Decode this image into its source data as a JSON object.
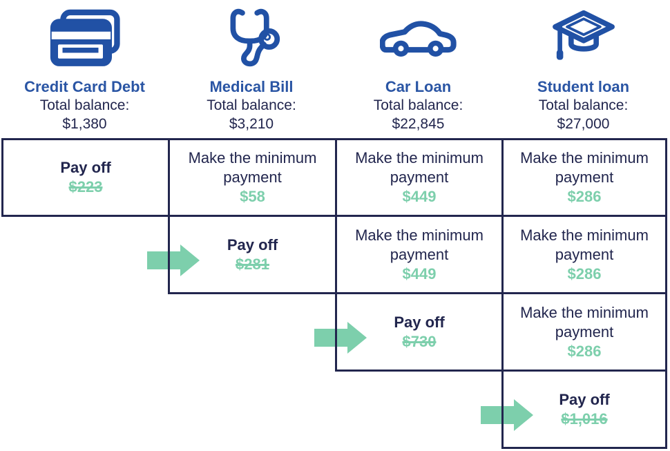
{
  "colors": {
    "navy": "#22264E",
    "header_blue": "#2A55A4",
    "icon_blue": "#2151A5",
    "teal": "#7DCFAC"
  },
  "debts": [
    {
      "icon": "credit-card-icon",
      "title": "Credit Card Debt",
      "balance_label": "Total balance:",
      "balance": "$1,380"
    },
    {
      "icon": "stethoscope-icon",
      "title": "Medical Bill",
      "balance_label": "Total balance:",
      "balance": "$3,210"
    },
    {
      "icon": "car-icon",
      "title": "Car Loan",
      "balance_label": "Total balance:",
      "balance": "$22,845"
    },
    {
      "icon": "graduation-cap-icon",
      "title": "Student loan",
      "balance_label": "Total balance:",
      "balance": "$27,000"
    }
  ],
  "plan_rows": [
    {
      "has_arrow": false,
      "cells": [
        {
          "action": "Pay off",
          "amount": "$223",
          "style": "payoff"
        },
        {
          "action": "Make the minimum payment",
          "amount": "$58",
          "style": "minimum"
        },
        {
          "action": "Make the minimum payment",
          "amount": "$449",
          "style": "minimum"
        },
        {
          "action": "Make the minimum payment",
          "amount": "$286",
          "style": "minimum"
        }
      ]
    },
    {
      "has_arrow": true,
      "cells": [
        {
          "action": "Pay off",
          "amount": "$281",
          "style": "payoff"
        },
        {
          "action": "Make the minimum payment",
          "amount": "$449",
          "style": "minimum"
        },
        {
          "action": "Make the minimum payment",
          "amount": "$286",
          "style": "minimum"
        }
      ]
    },
    {
      "has_arrow": true,
      "cells": [
        {
          "action": "Pay off",
          "amount": "$730",
          "style": "payoff"
        },
        {
          "action": "Make the minimum payment",
          "amount": "$286",
          "style": "minimum"
        }
      ]
    },
    {
      "has_arrow": true,
      "cells": [
        {
          "action": "Pay off",
          "amount": "$1,016",
          "style": "payoff"
        }
      ]
    }
  ]
}
